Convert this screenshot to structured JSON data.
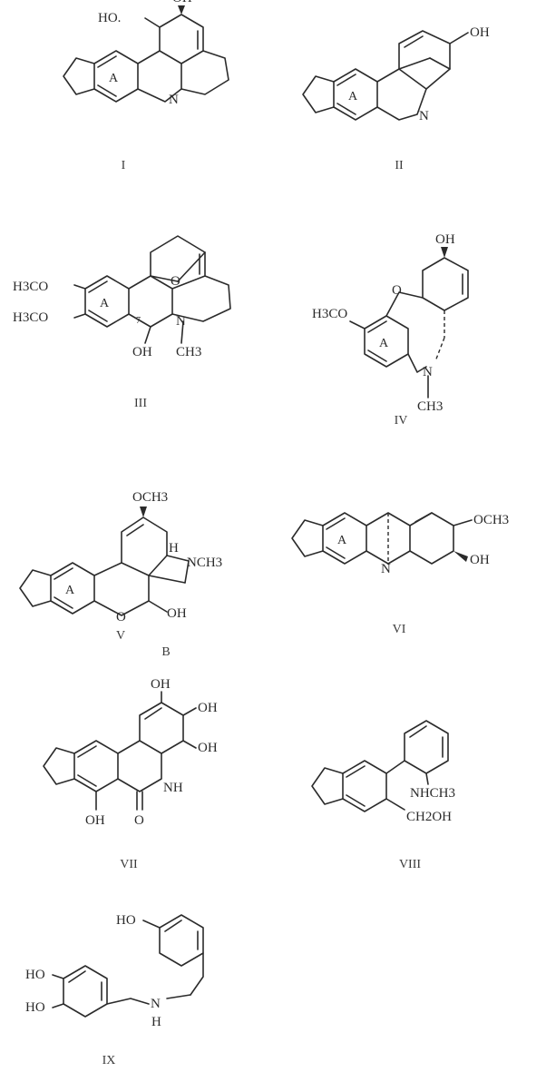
{
  "structures": [
    {
      "numeral": "I",
      "ring": "A",
      "labels": {
        "oh_top": "OH",
        "ho": "HO.",
        "n": "N"
      }
    },
    {
      "numeral": "II",
      "ring": "A",
      "labels": {
        "oh": "OH",
        "n": "N"
      }
    },
    {
      "numeral": "III",
      "ring": "A",
      "labels": {
        "h3co_1": "H3CO",
        "h3co_2": "H3CO",
        "o": "O",
        "pos7": "7",
        "n": "N",
        "oh": "OH",
        "ch3": "CH3"
      }
    },
    {
      "numeral": "IV",
      "ring": "A",
      "labels": {
        "oh": "OH",
        "h3co": "H3CO",
        "o": "O",
        "n": "N",
        "ch3": "CH3"
      }
    },
    {
      "numeral": "V",
      "ring": "A",
      "sub_label": "B",
      "labels": {
        "och3": "OCH3",
        "h": "H",
        "nch3": "NCH3",
        "o": "O",
        "oh": "OH"
      }
    },
    {
      "numeral": "VI",
      "ring": "A",
      "labels": {
        "och3": "OCH3",
        "n": "N",
        "oh": "OH"
      }
    },
    {
      "numeral": "VII",
      "labels": {
        "oh_top": "OH",
        "oh_r1": "OH",
        "oh_r2": "OH",
        "nh": "NH",
        "oh_bottom": "OH",
        "o": "O"
      }
    },
    {
      "numeral": "VIII",
      "labels": {
        "nhch3": "NHCH3",
        "ch2oh": "CH2OH"
      }
    },
    {
      "numeral": "IX",
      "labels": {
        "ho_top": "HO",
        "ho_1": "HO",
        "ho_2": "HO",
        "n": "N",
        "h": "H"
      }
    }
  ]
}
